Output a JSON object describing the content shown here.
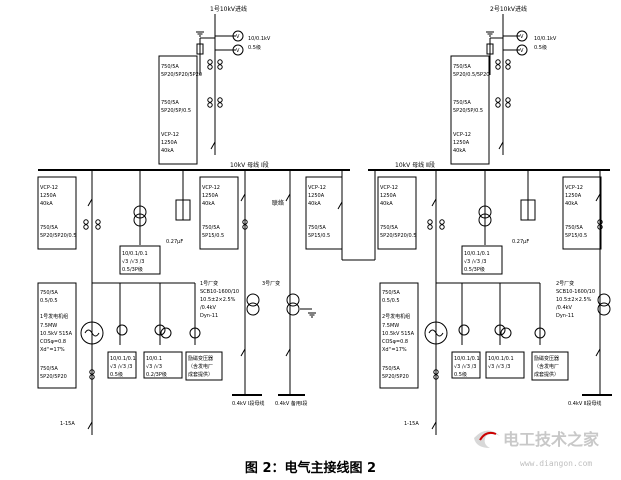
{
  "caption": "图 2：电气主接线图 2",
  "watermark": {
    "name": "电工技术之家",
    "url": "www.diangon.com"
  },
  "incoming": {
    "left": {
      "title": "1号10kV进线",
      "pt_note": [
        "10/0.1kV",
        "0.5级"
      ],
      "ct1": [
        "750/5A",
        "5P20/5P20/5P20"
      ],
      "ct2": [
        "750/5A",
        "5P20/5P/0.5"
      ],
      "breaker": [
        "VCP-12",
        "1250A",
        "40kA"
      ]
    },
    "right": {
      "title": "2号10kV进线",
      "pt_note": [
        "10/0.1kV",
        "0.5级"
      ],
      "ct1": [
        "750/5A",
        "5P20/0.5/5P20"
      ],
      "ct2": [
        "750/5A",
        "5P20/5P/0.5"
      ],
      "breaker": [
        "VCP-12",
        "1250A",
        "40kA"
      ]
    }
  },
  "busbars": {
    "left": "10kV 母线 Ⅰ段",
    "right": "10kV 母线 Ⅱ段"
  },
  "left_section": {
    "feeder1": [
      "VCP-12",
      "1250A",
      "40kA"
    ],
    "feeder1_ct": [
      "750/5A",
      "5P20/5P20/0.5"
    ],
    "capacitor": "0.27μF",
    "meter": [
      "10/0.1/0.1",
      "√3 /√3 /3",
      "0.5/3P级"
    ],
    "gen_ct": [
      "750/5A",
      "0.5/0.5"
    ],
    "generator": [
      "1号发电机组",
      "7.5MW",
      "10.5kV 515A",
      "COSφ=0.8",
      "Xd''=17%"
    ],
    "gen_ct2": [
      "750/5A",
      "5P20/5P20"
    ],
    "gen_pt": [
      "10/0.1/0.1",
      "√3 /√3 /3",
      "0.5级"
    ],
    "gen_pt2": [
      "10/0.1",
      "√3 /√3",
      "0.2/3P级"
    ],
    "exciter": [
      "励磁变压器",
      "（含发电厂",
      "成套提供）"
    ],
    "transformer_br": [
      "VCP-12",
      "1250A",
      "40kA"
    ],
    "transformer_ct": [
      "750/5A",
      "5P15/0.5"
    ],
    "aux_tr": [
      "1号厂变",
      "SCB10-1600/10",
      "10.5±2×2.5%",
      "/0.4kV",
      "Dyn-11"
    ],
    "aux_tr2": "3号厂变",
    "out1": "0.4kV Ⅰ段母线",
    "out2": "0.4kV 备用Ⅰ段",
    "fuse": "1-15A",
    "tie_br": [
      "VCP-12",
      "1250A",
      "40kA"
    ],
    "tie_ct": [
      "750/5A",
      "5P15/0.5"
    ],
    "tie_label": "联络"
  },
  "right_section": {
    "feeder1": [
      "VCP-12",
      "1250A",
      "40kA"
    ],
    "feeder1_ct": [
      "750/5A",
      "5P20/5P20/0.5"
    ],
    "capacitor": "0.27μF",
    "meter": [
      "10/0.1/0.1",
      "√3 /√3 /3",
      "0.5/3P级"
    ],
    "gen_ct": [
      "750/5A",
      "0.5/0.5"
    ],
    "generator": [
      "2号发电机组",
      "7.5MW",
      "10.5kV 515A",
      "COSφ=0.8",
      "Xd''=17%"
    ],
    "gen_ct2": [
      "750/5A",
      "5P20/5P20"
    ],
    "gen_pt": [
      "10/0.1/0.1",
      "√3 /√3 /3",
      "0.5级"
    ],
    "gen_pt2": [
      "10/0.1/0.1",
      "√3 /√3 /3",
      ""
    ],
    "exciter": [
      "励磁变压器",
      "（含发电厂",
      "成套提供）"
    ],
    "aux_br": [
      "VCP-12",
      "1250A",
      "40kA"
    ],
    "aux_ct": [
      "750/5A",
      "5P15/0.5"
    ],
    "aux_tr": [
      "2号厂变",
      "SCB10-1600/10",
      "10.5±2×2.5%",
      "/0.4kV",
      "Dyn-11"
    ],
    "out": "0.4kV Ⅱ段母线",
    "fuse": "1-15A"
  }
}
